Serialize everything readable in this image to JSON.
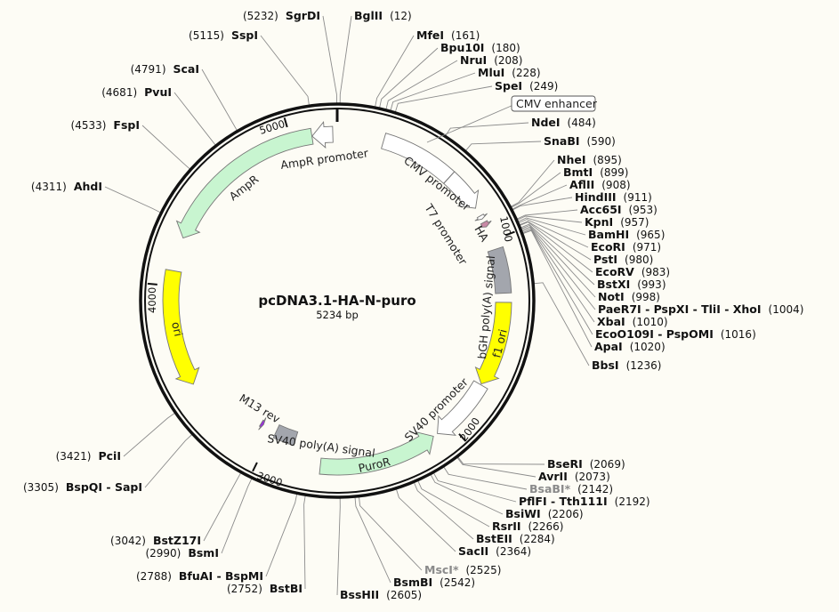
{
  "plasmid": {
    "name": "pcDNA3.1-HA-N-puro",
    "size_label": "5234 bp",
    "length": 5234
  },
  "ticks": [
    {
      "bp": 1000,
      "label": "1000"
    },
    {
      "bp": 2000,
      "label": "2000"
    },
    {
      "bp": 3000,
      "label": "3000"
    },
    {
      "bp": 4000,
      "label": "4000"
    },
    {
      "bp": 5000,
      "label": "5000"
    }
  ],
  "features": [
    {
      "name": "CMV enhancer",
      "start": 235,
      "end": 614,
      "dir": 0,
      "color": "#ffffff",
      "shape": "box",
      "track": "outer"
    },
    {
      "name": "CMV promoter",
      "start": 615,
      "end": 818,
      "dir": 1,
      "color": "#ffffff",
      "shape": "arrow",
      "track": "outer"
    },
    {
      "name": "T7 promoter",
      "start": 863,
      "end": 881,
      "dir": 1,
      "color": "#ffffff",
      "shape": "arrow",
      "track": "thin"
    },
    {
      "name": "HA",
      "start": 900,
      "end": 926,
      "dir": 1,
      "color": "#c98aa6",
      "shape": "arrow",
      "track": "thin"
    },
    {
      "name": "bGH poly(A) signal",
      "start": 1047,
      "end": 1271,
      "dir": 0,
      "color": "#a3a6ad",
      "shape": "box",
      "track": "outer"
    },
    {
      "name": "f1 ori",
      "start": 1317,
      "end": 1745,
      "dir": 1,
      "color": "#ffff00",
      "shape": "arrow",
      "track": "outer"
    },
    {
      "name": "SV40 promoter",
      "start": 1750,
      "end": 2079,
      "dir": 1,
      "color": "#ffffff",
      "shape": "arrow",
      "track": "outer"
    },
    {
      "name": "PuroR",
      "start": 2103,
      "end": 2702,
      "dir": -1,
      "color": "#c8f5d0",
      "shape": "arrow",
      "track": "outer"
    },
    {
      "name": "SV40 poly(A) signal",
      "start": 2860,
      "end": 2980,
      "dir": 0,
      "color": "#a3a6ad",
      "shape": "box",
      "track": "inner"
    },
    {
      "name": "M13 rev",
      "start": 3063,
      "end": 3079,
      "dir": -1,
      "color": "#9a2ee0",
      "shape": "arrow",
      "track": "inner-thin"
    },
    {
      "name": "ori",
      "start": 3487,
      "end": 4076,
      "dir": -1,
      "color": "#ffff00",
      "shape": "arrow",
      "track": "outer"
    },
    {
      "name": "AmpR",
      "start": 4247,
      "end": 5107,
      "dir": -1,
      "color": "#c8f5d0",
      "shape": "arrow",
      "track": "outer"
    },
    {
      "name": "AmpR promoter",
      "start": 5108,
      "end": 5212,
      "dir": -1,
      "color": "#ffffff",
      "shape": "arrow",
      "track": "outer"
    }
  ],
  "enzymes": [
    {
      "name": "SgrDI",
      "position": 5232
    },
    {
      "name": "BglII",
      "position": 12
    },
    {
      "name": "MfeI",
      "position": 161
    },
    {
      "name": "Bpu10I",
      "position": 180
    },
    {
      "name": "NruI",
      "position": 208
    },
    {
      "name": "MluI",
      "position": 228
    },
    {
      "name": "SpeI",
      "position": 249
    },
    {
      "name": "NdeI",
      "position": 484
    },
    {
      "name": "SnaBI",
      "position": 590
    },
    {
      "name": "NheI",
      "position": 895
    },
    {
      "name": "BmtI",
      "position": 899
    },
    {
      "name": "AflII",
      "position": 908
    },
    {
      "name": "HindIII",
      "position": 911
    },
    {
      "name": "Acc65I",
      "position": 953
    },
    {
      "name": "KpnI",
      "position": 957
    },
    {
      "name": "BamHI",
      "position": 965
    },
    {
      "name": "EcoRI",
      "position": 971
    },
    {
      "name": "PstI",
      "position": 980
    },
    {
      "name": "EcoRV",
      "position": 983
    },
    {
      "name": "BstXI",
      "position": 993
    },
    {
      "name": "NotI",
      "position": 998
    },
    {
      "name": "PaeR7I - PspXI - TliI - XhoI",
      "position": 1004
    },
    {
      "name": "XbaI",
      "position": 1010
    },
    {
      "name": "EcoO109I - PspOMI",
      "position": 1016
    },
    {
      "name": "ApaI",
      "position": 1020
    },
    {
      "name": "BbsI",
      "position": 1236
    },
    {
      "name": "BseRI",
      "position": 2069
    },
    {
      "name": "AvrII",
      "position": 2073
    },
    {
      "name": "BsaBI*",
      "position": 2142,
      "gray": true
    },
    {
      "name": "PflFI - Tth111I",
      "position": 2192
    },
    {
      "name": "BsiWI",
      "position": 2206
    },
    {
      "name": "RsrII",
      "position": 2266
    },
    {
      "name": "BstEII",
      "position": 2284
    },
    {
      "name": "SacII",
      "position": 2364
    },
    {
      "name": "MscI*",
      "position": 2525,
      "gray": true
    },
    {
      "name": "BsmBI",
      "position": 2542
    },
    {
      "name": "BssHII",
      "position": 2605
    },
    {
      "name": "BstBI",
      "position": 2752
    },
    {
      "name": "BfuAI - BspMI",
      "position": 2788
    },
    {
      "name": "BsmI",
      "position": 2990
    },
    {
      "name": "BstZ17I",
      "position": 3042
    },
    {
      "name": "BspQI - SapI",
      "position": 3305
    },
    {
      "name": "PciI",
      "position": 3421
    },
    {
      "name": "AhdI",
      "position": 4311
    },
    {
      "name": "FspI",
      "position": 4533
    },
    {
      "name": "PvuI",
      "position": 4681
    },
    {
      "name": "ScaI",
      "position": 4791
    },
    {
      "name": "SspI",
      "position": 5115
    }
  ]
}
